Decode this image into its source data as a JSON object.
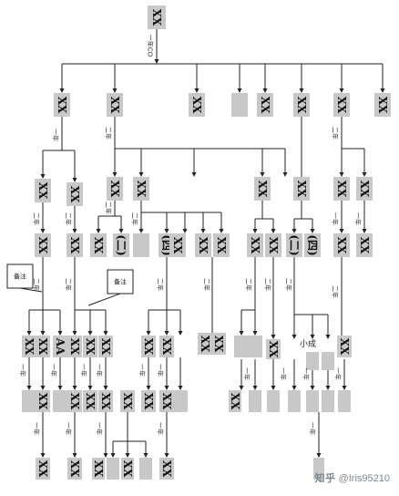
{
  "diagram": {
    "node_text": "XX",
    "edge_labels": {
      "root": "一年CO",
      "level1": "一年",
      "level2": "二年",
      "split": "二年",
      "level3": "二年",
      "level4": "一年",
      "level5": "一年"
    },
    "notes": [
      "备注",
      "备注"
    ],
    "special_text": {
      "a": "AA",
      "b": "小成",
      "c": "(二)",
      "d": "(四)"
    },
    "colors": {
      "node_fill": "#c8c8c8",
      "stroke": "#222222"
    }
  },
  "watermark": {
    "logo": "知乎",
    "text": "@Iris95210"
  }
}
